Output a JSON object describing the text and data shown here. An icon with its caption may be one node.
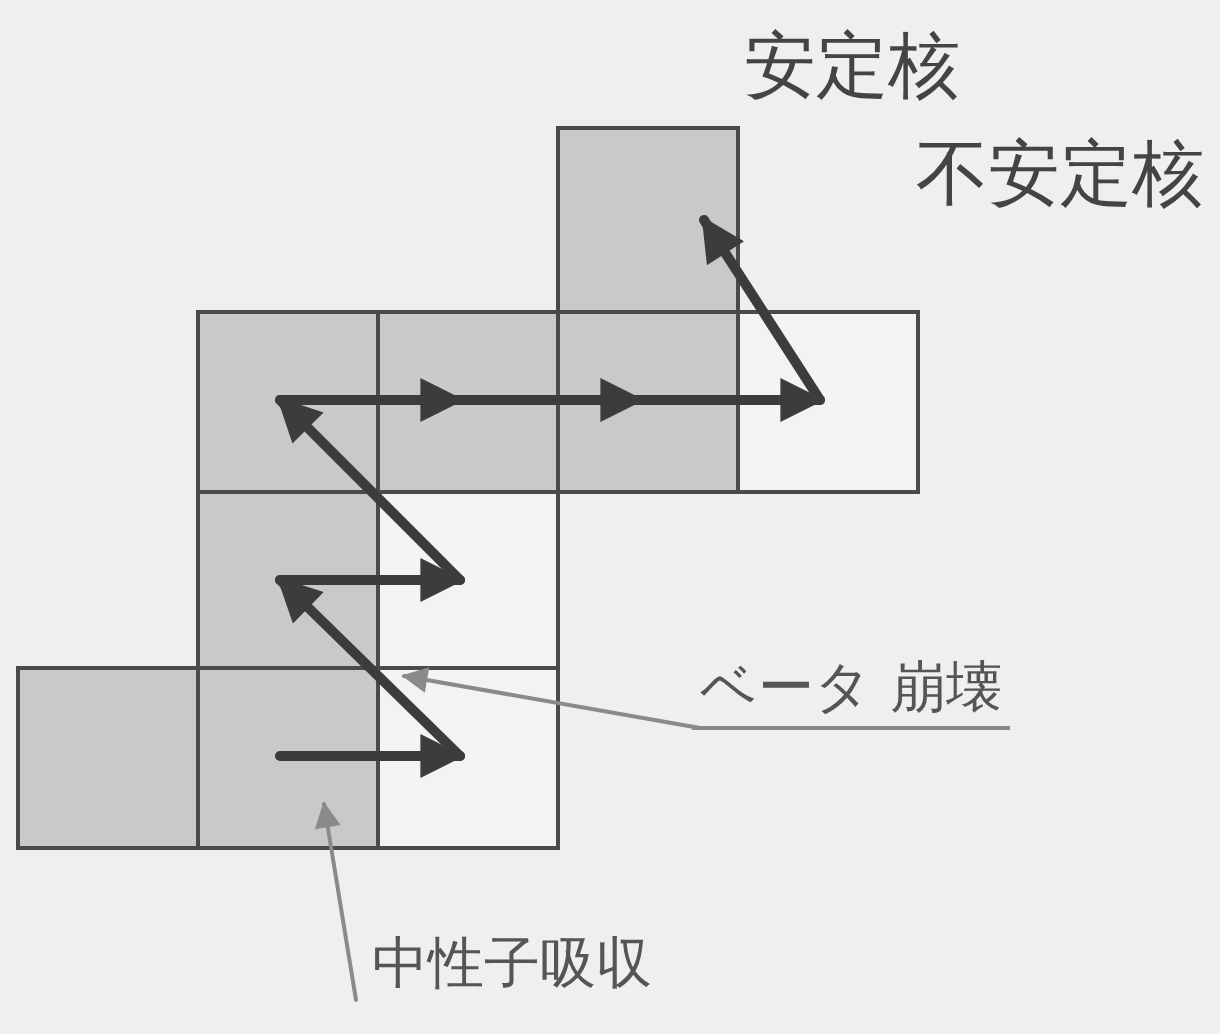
{
  "diagram": {
    "nodes": [
      {
        "text": [],
        "shape": "box"
      },
      {
        "text": [],
        "shape": "box"
      },
      {
        "text": [],
        "shape": "box"
      },
      {
        "text": [],
        "shape": "box"
      },
      {
        "text": [],
        "shape": "box"
      },
      {
        "text": [],
        "shape": "box"
      },
      {
        "text": [],
        "shape": "box"
      },
      {
        "text": [],
        "shape": "box"
      },
      {
        "text": [],
        "shape": "box"
      },
      {
        "text": [],
        "shape": "box"
      },
      {
        "text": [
          "ベータ 崩壊"
        ]
      },
      {
        "text": [
          "中性子吸収"
        ]
      }
    ],
    "edges": [
      {
        "from": 8,
        "to": 9,
        "arrow": "to"
      },
      {
        "from": 9,
        "to": 5,
        "arrow": "to"
      },
      {
        "from": 5,
        "to": 6,
        "arrow": "to"
      },
      {
        "from": 6,
        "to": 1,
        "arrow": "to"
      },
      {
        "from": 1,
        "to": 2,
        "arrow": "to"
      },
      {
        "from": 2,
        "to": 3,
        "arrow": "to"
      },
      {
        "from": 3,
        "to": 4,
        "arrow": "to"
      },
      {
        "from": 4,
        "to": 0,
        "arrow": "to"
      },
      {
        "from": 10,
        "to": 5,
        "arrow": "to",
        "color": "#8a8a8a"
      },
      {
        "from": 11,
        "to": 8,
        "arrow": "to",
        "color": "#8a8a8a"
      }
    ],
    "labels": [
      "安定核",
      "不安定核"
    ]
  }
}
